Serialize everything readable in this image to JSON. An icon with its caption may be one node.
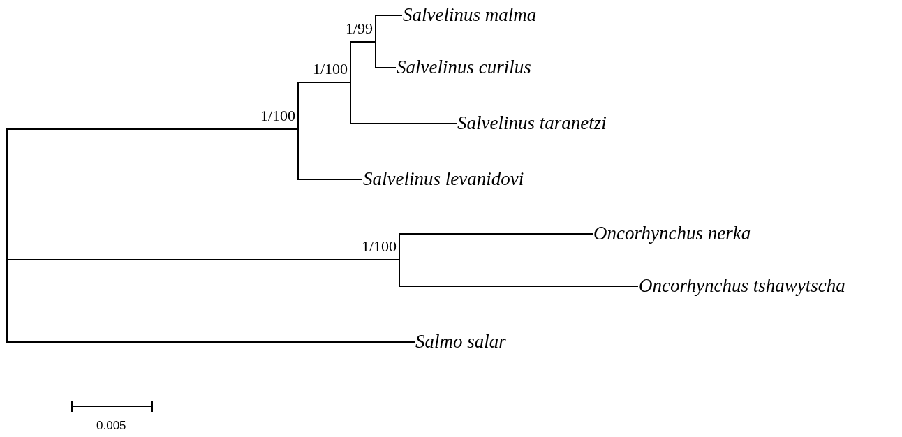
{
  "diagram": {
    "nodes": [
      {
        "text": [],
        "shape": "bar"
      },
      {
        "text": [],
        "shape": "bar"
      },
      {
        "text": [],
        "shape": "bar"
      },
      {
        "text": [],
        "shape": "bar"
      },
      {
        "text": [
          "Salvelinus malma"
        ]
      },
      {
        "text": [
          "Salvelinus curilus"
        ]
      },
      {
        "text": [
          "Salvelinus taranetzi"
        ]
      },
      {
        "text": [
          "Salvelinus levanidovi"
        ]
      },
      {
        "text": [],
        "shape": "bar"
      },
      {
        "text": [
          "Oncorhynchus nerka"
        ]
      },
      {
        "text": [
          "Oncorhynchus tshawytscha"
        ]
      },
      {
        "text": [
          "Salmo salar"
        ]
      }
    ],
    "edges": [
      {
        "from": 0,
        "to": 1,
        "arrow": "none",
        "label": "1/100"
      },
      {
        "from": 1,
        "to": 2,
        "arrow": "none",
        "label": "1/100"
      },
      {
        "from": 2,
        "to": 3,
        "arrow": "none",
        "label": "1/99"
      },
      {
        "from": 3,
        "to": 4,
        "arrow": "none"
      },
      {
        "from": 3,
        "to": 5,
        "arrow": "none"
      },
      {
        "from": 2,
        "to": 6,
        "arrow": "none"
      },
      {
        "from": 1,
        "to": 7,
        "arrow": "none"
      },
      {
        "from": 0,
        "to": 8,
        "arrow": "none",
        "label": "1/100"
      },
      {
        "from": 8,
        "to": 9,
        "arrow": "none"
      },
      {
        "from": 8,
        "to": 10,
        "arrow": "none"
      },
      {
        "from": 0,
        "to": 11,
        "arrow": "none"
      }
    ],
    "labels": [
      "0.005"
    ]
  }
}
